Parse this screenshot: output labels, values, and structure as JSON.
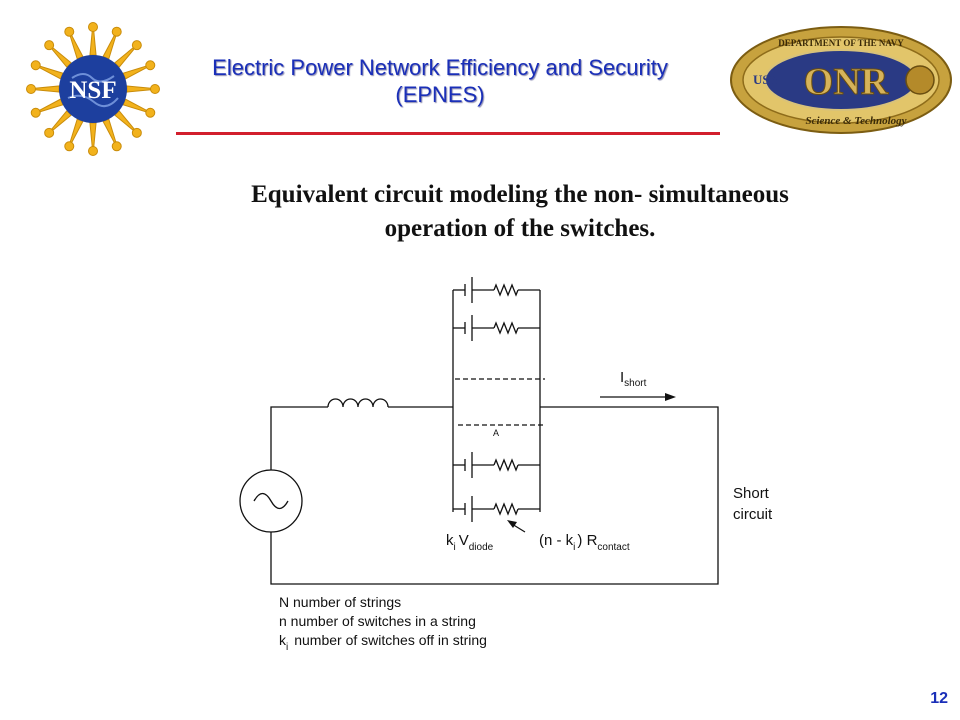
{
  "header": {
    "title_line1": "Electric Power Network Efficiency and Security",
    "title_line2": "(EPNES)",
    "accent_color": "#d21f2d",
    "title_color": "#1a2fb8"
  },
  "logos": {
    "nsf": {
      "text": "NSF",
      "icon": "nsf-sunburst-logo"
    },
    "onr": {
      "text": "ONR",
      "ring_top": "DEPARTMENT OF THE NAVY",
      "ring_bottom": "Science & Technology",
      "badge": "USN",
      "icon": "onr-seal-logo"
    }
  },
  "slide": {
    "heading_line1": "Equivalent circuit modeling the non- simultaneous",
    "heading_line2": "operation of the switches."
  },
  "diagram": {
    "current_label": "I",
    "current_sub": "short",
    "node_label": "A",
    "short_line1": "Short",
    "short_line2": "circuit",
    "voltage_label": "k",
    "voltage_label_i": "i",
    "voltage_label_v": "V",
    "voltage_sub": "diode",
    "resistance_prefix": "(n - k",
    "resistance_i": "i",
    "resistance_mid": ") R",
    "resistance_sub": "contact",
    "legend": {
      "line1": "N number of strings",
      "line2": "n number of switches in a string",
      "line3_k": "k",
      "line3_i": "i",
      "line3_rest": "number of switches off in string"
    }
  },
  "page_number": "12"
}
